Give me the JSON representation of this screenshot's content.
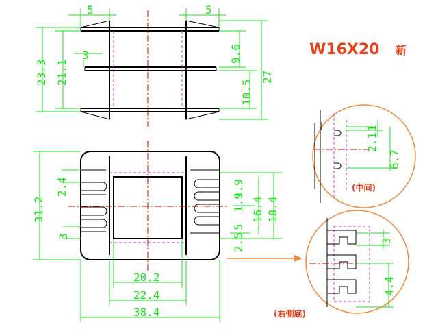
{
  "title": {
    "model": "W16X20",
    "suffix": "新"
  },
  "top_view": {
    "dims": {
      "pin_width_left": "5",
      "pin_width_right": "5",
      "pitch_3": "3",
      "h_23_3": "23.3",
      "h_21_1": "21.1",
      "h_9_6": "9.6",
      "h_27": "27",
      "h_10_5": "10.5"
    }
  },
  "front_view": {
    "dims": {
      "d_31_2": "31.2",
      "d_2_4": "2.4",
      "d_3": "3",
      "d_1_9": "1.9",
      "d_16_4": "16.4",
      "d_18_4": "18.4",
      "d_5": "5",
      "d_1_9b": "1.9",
      "d_2_5": "2.5",
      "w_20_2": "20.2",
      "w_22_4": "22.4",
      "w_38_4": "38.4"
    }
  },
  "detail_middle": {
    "dims": {
      "d_1": "1",
      "d_2_1": "2.1",
      "d_6_7": "6.7"
    },
    "label": "(中间)"
  },
  "detail_right": {
    "dims": {
      "d_3": "3",
      "d_4_4": "4.4"
    },
    "label": "(右侧底)"
  },
  "colors": {
    "dimension": "#19e619",
    "title": "#e8421a",
    "centerline": "#e00000",
    "hidden": "#cc33cc"
  }
}
